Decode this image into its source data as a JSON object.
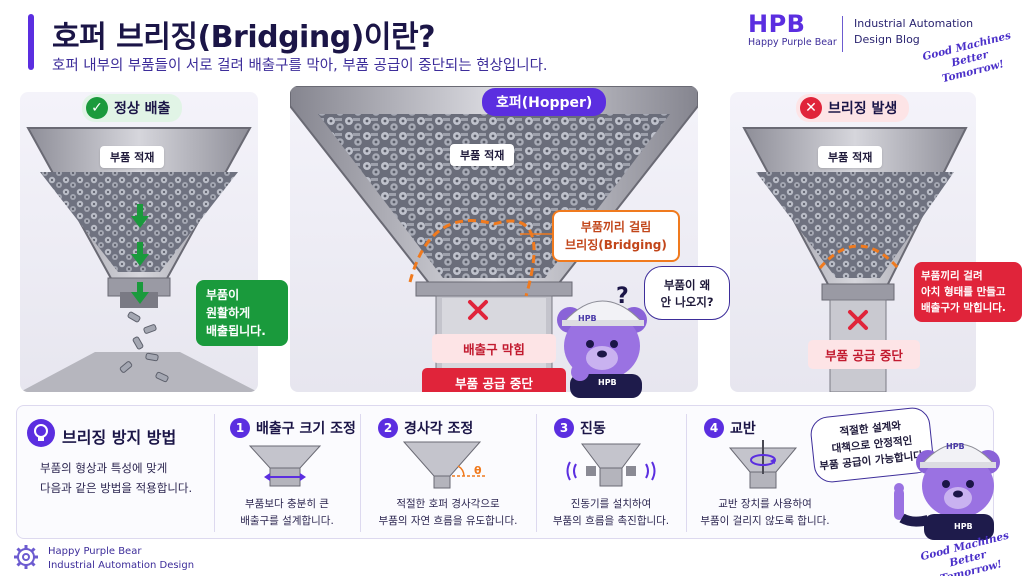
{
  "header": {
    "title": "호퍼 브리징(Bridging)이란?",
    "subtitle": "호퍼 내부의 부품들이 서로 걸려 배출구를 막아, 부품 공급이 중단되는 현상입니다.",
    "logo": "HPB",
    "logo_sub": "Happy Purple Bear",
    "blog_line1": "Industrial Automation",
    "blog_line2": "Design Blog",
    "slogan_line1": "Good Machines",
    "slogan_line2": "Better Tomorrow!"
  },
  "panels": {
    "normal": {
      "title": "정상 배출",
      "label": "부품 적재",
      "callout": [
        "부품이",
        "원활하게",
        "배출됩니다."
      ]
    },
    "center": {
      "title": "호퍼(Hopper)",
      "label": "부품 적재",
      "bridge_callout": [
        "부품끼리 걸림",
        "브리징(Bridging)"
      ],
      "blocked": "배출구 막힘",
      "stopped": "부품 공급 중단",
      "bear_question": [
        "부품이 왜",
        "안 나오지?"
      ],
      "bear_mark": "?",
      "bear_label": "HPB"
    },
    "bridging": {
      "title": "브리징 발생",
      "label": "부품 적재",
      "callout": [
        "부품끼리 걸려",
        "아치 형태를 만들고",
        "배출구가 막힙니다."
      ],
      "stopped": "부품 공급 중단"
    }
  },
  "prevention": {
    "title": "브리징 방지 방법",
    "desc": [
      "부품의 형상과 특성에 맞게",
      "다음과 같은 방법을 적용합니다."
    ],
    "methods": [
      {
        "num": "1",
        "title": "배출구 크기 조정",
        "desc": [
          "부품보다 충분히 큰",
          "배출구를 설계합니다."
        ]
      },
      {
        "num": "2",
        "title": "경사각 조정",
        "desc": [
          "적절한 호퍼 경사각으로",
          "부품의 자연 흐름을 유도합니다."
        ],
        "angle_label": "θ"
      },
      {
        "num": "3",
        "title": "진동",
        "desc": [
          "진동기를 설치하여",
          "부품의 흐름을 촉진합니다."
        ]
      },
      {
        "num": "4",
        "title": "교반",
        "desc": [
          "교반 장치를 사용하여",
          "부품이 걸리지 않도록 합니다."
        ]
      }
    ],
    "bear_bubble": [
      "적절한 설계와",
      "대책으로 안정적인",
      "부품 공급이 가능합니다!"
    ],
    "bear_label": "HPB"
  },
  "footer": {
    "line1": "Happy Purple Bear",
    "line2": "Industrial Automation Design",
    "slogan_line1": "Good Machines",
    "slogan_line2": "Better Tomorrow!"
  },
  "colors": {
    "accent": "#5b2ee0",
    "ok": "#1a9a3c",
    "error": "#e0243a",
    "highlight": "#f07a1e"
  }
}
